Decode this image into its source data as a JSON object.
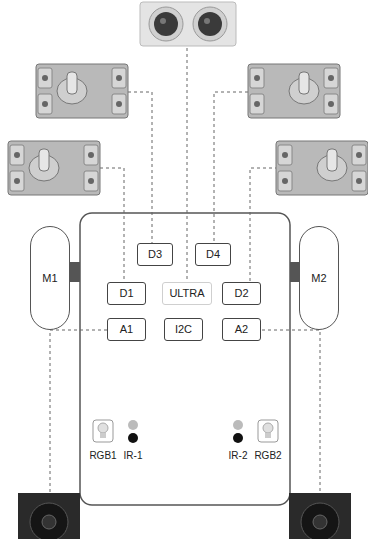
{
  "diagram": {
    "nodes": [
      {
        "text": [
          "D3"
        ]
      },
      {
        "text": [
          "D4"
        ]
      },
      {
        "text": [
          "M1"
        ]
      },
      {
        "text": [
          "D1"
        ]
      },
      {
        "text": [
          "ULTRA"
        ]
      },
      {
        "text": [
          "D2"
        ]
      },
      {
        "text": [
          "M2"
        ]
      },
      {
        "text": [
          "A1"
        ]
      },
      {
        "text": [
          "I2C"
        ]
      },
      {
        "text": [
          "A2"
        ]
      }
    ],
    "labels": [
      "RGB1",
      "IR-1",
      "IR-2",
      "RGB2"
    ]
  }
}
